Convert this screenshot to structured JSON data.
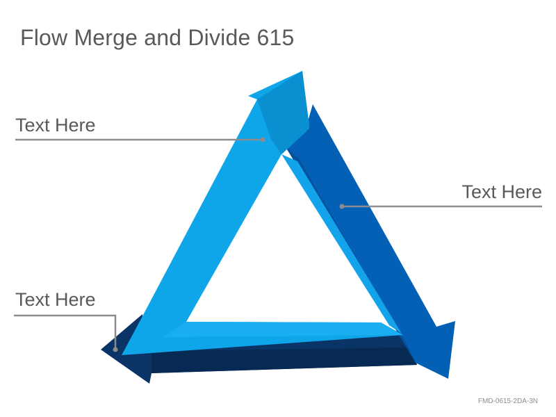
{
  "title": "Flow Merge and Divide 615",
  "callouts": [
    {
      "id": "left-top",
      "text": "Text Here"
    },
    {
      "id": "right",
      "text": "Text Here"
    },
    {
      "id": "left-bottom",
      "text": "Text Here"
    }
  ],
  "footer_code": "FMD-0615-2DA-3N",
  "colors": {
    "arrow_light": "#0ea5e9",
    "arrow_light_shade": "#0a8fd1",
    "arrow_mid": "#0460b4",
    "arrow_mid_shade": "#03529d",
    "arrow_dark": "#0b3466",
    "leader_line": "#8c8c8c",
    "text": "#595959"
  }
}
